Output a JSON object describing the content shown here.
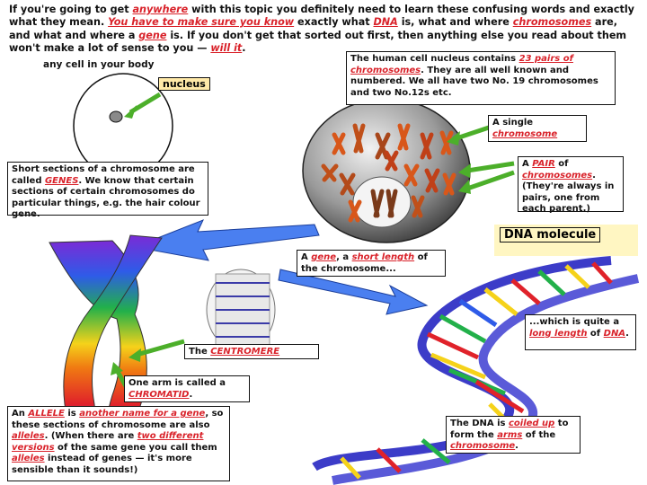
{
  "intro": {
    "p1": "If you're going to get ",
    "h1": "anywhere",
    "p2": " with this topic you definitely need to learn these confusing words and exactly what they mean. ",
    "h2": "You have to make sure you know",
    "p3": " exactly what ",
    "h3": "DNA",
    "p4": " is, what and where ",
    "h4": "chromosomes",
    "p5": " are, and what and where a ",
    "h5": "gene",
    "p6": " is. If you don't get that sorted out first, then anything else you read about them won't make a lot of sense to you — ",
    "h6": "will it",
    "p7": "."
  },
  "any_cell": "any cell in your body",
  "nucleus_tag": "nucleus",
  "nucleus_box": {
    "a": "The human cell nucleus contains ",
    "h": "23 pairs of chromosomes",
    "b": ". They are all well known and numbered. We all have two No. 19 chromosomes and two No.12s etc."
  },
  "single_box": {
    "a": "A single ",
    "h": "chromosome"
  },
  "pair_box": {
    "a": "A ",
    "h1": "PAIR",
    "b": " of ",
    "h2": "chromosomes",
    "c": ". (They're always in pairs, one from each parent.)"
  },
  "genes_box": {
    "a": "Short sections of a chromosome are called ",
    "h": "GENES",
    "b": ". We know that certain sections of certain chromosomes do particular things, e.g. the hair colour gene."
  },
  "dna_tag": "DNA molecule",
  "gene_box": {
    "a": "A ",
    "h1": "gene",
    "b": ", a ",
    "h2": "short length",
    "c": " of the chromosome..."
  },
  "long_box": {
    "a": "...which is quite a ",
    "h": "long length",
    "b": " of ",
    "h2": "DNA",
    "c": "."
  },
  "centromere_box": {
    "a": "The ",
    "h": "CENTROMERE"
  },
  "chromatid_box": {
    "a": "One arm is called a ",
    "h": "CHROMATID",
    "b": "."
  },
  "allele_box": {
    "a": "An ",
    "h1": "ALLELE",
    "b": " is ",
    "h2": "another name for a gene",
    "c": ", so these sections of chromosome are also ",
    "h3": "alleles",
    "d": ". (When there are ",
    "h4": "two different versions",
    "e": " of the same gene you call them ",
    "h5": "alleles",
    "f": " instead of genes — it's more sensible than it sounds!)"
  },
  "coiled_box": {
    "a": "The DNA is ",
    "h1": "coiled up",
    "b": " to form the ",
    "h2": "arms",
    "c": " of the ",
    "h3": "chromosome",
    "d": "."
  },
  "colors": {
    "highlight": "#d9222a",
    "arrow_green": "#4caf2a",
    "arrow_blue": "#3a6fe0",
    "dna_blue": "#3c3cc8",
    "tag_yellow": "#ffe9a8"
  }
}
